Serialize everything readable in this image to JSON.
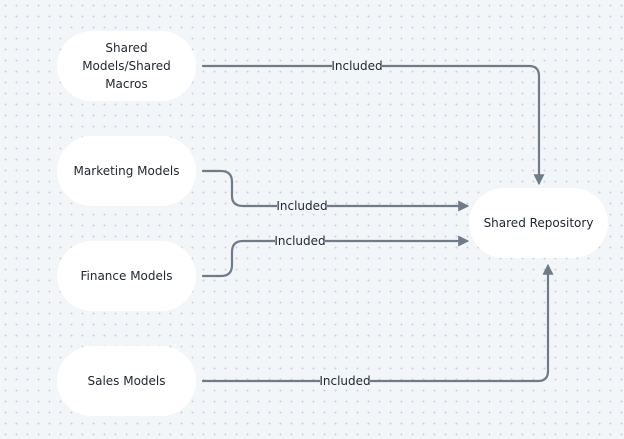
{
  "nodes": [
    {
      "id": "shared",
      "lines": [
        "Shared",
        "Models/Shared",
        "Macros"
      ]
    },
    {
      "id": "marketing",
      "lines": [
        "Marketing Models"
      ]
    },
    {
      "id": "finance",
      "lines": [
        "Finance Models"
      ]
    },
    {
      "id": "sales",
      "lines": [
        "Sales Models"
      ]
    },
    {
      "id": "repo",
      "lines": [
        "Shared Repository"
      ]
    }
  ],
  "edges": [
    {
      "from": "shared",
      "to": "repo",
      "label": "Included"
    },
    {
      "from": "marketing",
      "to": "repo",
      "label": "Included"
    },
    {
      "from": "finance",
      "to": "repo",
      "label": "Included"
    },
    {
      "from": "sales",
      "to": "repo",
      "label": "Included"
    }
  ],
  "colors": {
    "background": "#f3f6f9",
    "node_fill": "#ffffff",
    "edge_stroke": "#6f7b88",
    "text": "#1f2630"
  }
}
